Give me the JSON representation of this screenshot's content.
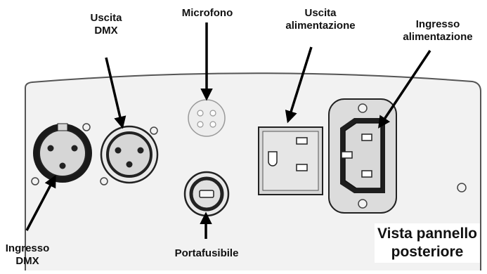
{
  "labels": {
    "uscita_dmx": [
      "Uscita",
      "DMX"
    ],
    "microfono": [
      "Microfono"
    ],
    "uscita_alimentazione": [
      "Uscita",
      "alimentazione"
    ],
    "ingresso_alimentazione": [
      "Ingresso",
      "alimentazione"
    ],
    "ingresso_dmx": [
      "Ingresso",
      "DMX"
    ],
    "portafusibile": [
      "Portafusibile"
    ]
  },
  "caption": [
    "Vista pannello",
    "posteriore"
  ],
  "colors": {
    "panel_fill": "#f2f2f2",
    "panel_stroke": "#555555",
    "connector_fill": "#d6d6d6",
    "socket_fill": "#e0e0e0",
    "arrow": "#000000",
    "text": "#111111"
  }
}
